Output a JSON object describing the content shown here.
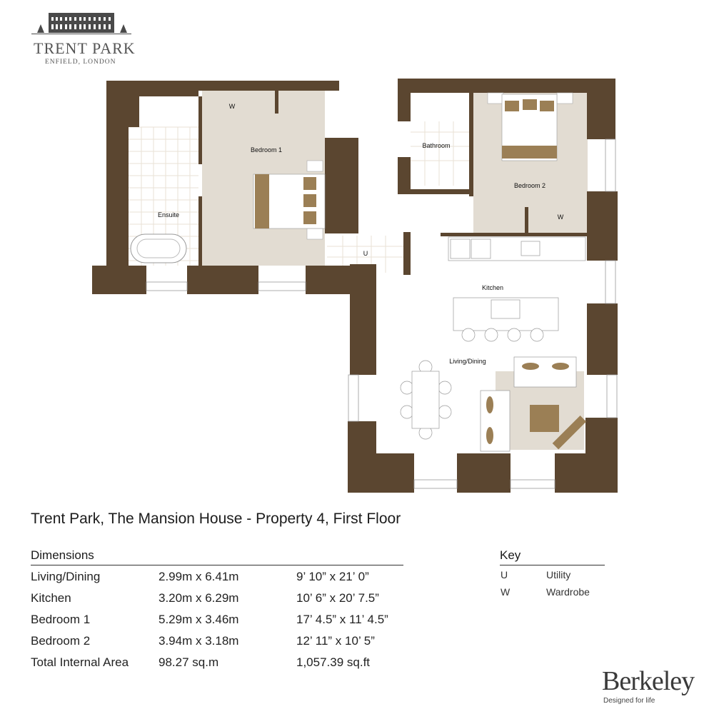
{
  "logo": {
    "name": "TRENT PARK",
    "location": "ENFIELD, LONDON"
  },
  "rooms": {
    "bedroom1": "Bedroom 1",
    "ensuite": "Ensuite",
    "wardrobe1": "W",
    "bathroom": "Bathroom",
    "bedroom2": "Bedroom 2",
    "wardrobe2": "W",
    "utility": "U",
    "kitchen": "Kitchen",
    "living": "Living/Dining"
  },
  "title": "Trent Park, The Mansion House - Property 4, First Floor",
  "dimensions": {
    "heading": "Dimensions",
    "rows": [
      {
        "room": "Living/Dining",
        "metric": "2.99m x 6.41m",
        "imperial": "9’ 10” x 21’ 0”"
      },
      {
        "room": "Kitchen",
        "metric": "3.20m x 6.29m",
        "imperial": "10’ 6” x 20’ 7.5”"
      },
      {
        "room": "Bedroom 1",
        "metric": "5.29m x 3.46m",
        "imperial": "17’ 4.5” x 11’ 4.5”"
      },
      {
        "room": "Bedroom 2",
        "metric": "3.94m x 3.18m",
        "imperial": "12’ 11” x 10’ 5”"
      },
      {
        "room": "Total Internal Area",
        "metric": "98.27 sq.m",
        "imperial": "1,057.39 sq.ft"
      }
    ]
  },
  "key": {
    "heading": "Key",
    "items": [
      {
        "code": "U",
        "label": "Utility"
      },
      {
        "code": "W",
        "label": "Wardrobe"
      }
    ]
  },
  "brand": {
    "name": "Berkeley",
    "tagline": "Designed for life"
  },
  "colors": {
    "wall": "#5b4630",
    "floor": "#e2dcd2",
    "accent": "#9b7f55"
  }
}
